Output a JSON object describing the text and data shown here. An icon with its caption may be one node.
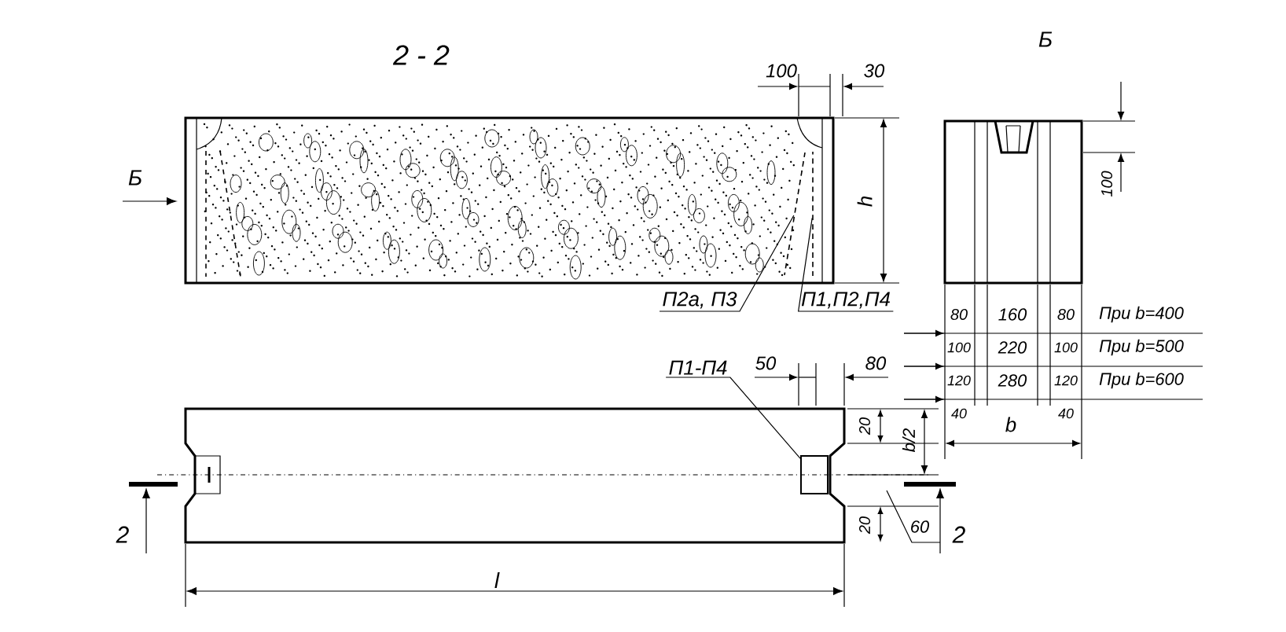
{
  "diagram": {
    "nodes": [
      {
        "text": [
          "П2а, П3"
        ]
      },
      {
        "text": [
          "П1,П2,П4"
        ]
      },
      {
        "text": [
          "П1-П4"
        ]
      },
      {
        "text": [],
        "shape": "bar"
      },
      {
        "text": [],
        "shape": "bar"
      },
      {
        "text": [],
        "shape": "box"
      }
    ],
    "edges": [
      {
        "from": 0,
        "to": 3,
        "arrow": "none"
      },
      {
        "from": 1,
        "to": 4,
        "arrow": "none"
      },
      {
        "from": 2,
        "to": 5,
        "arrow": "none"
      }
    ],
    "labels": [
      "2 - 2",
      "Б",
      "100",
      "30",
      "Б",
      "h",
      "100",
      "80",
      "160",
      "80",
      "При b=400",
      "100",
      "220",
      "100",
      "При b=500",
      "120",
      "280",
      "120",
      "При b=600",
      "40",
      "b",
      "40",
      "50",
      "80",
      "20",
      "b/2",
      "20",
      "60",
      "2",
      "2",
      "l"
    ]
  }
}
